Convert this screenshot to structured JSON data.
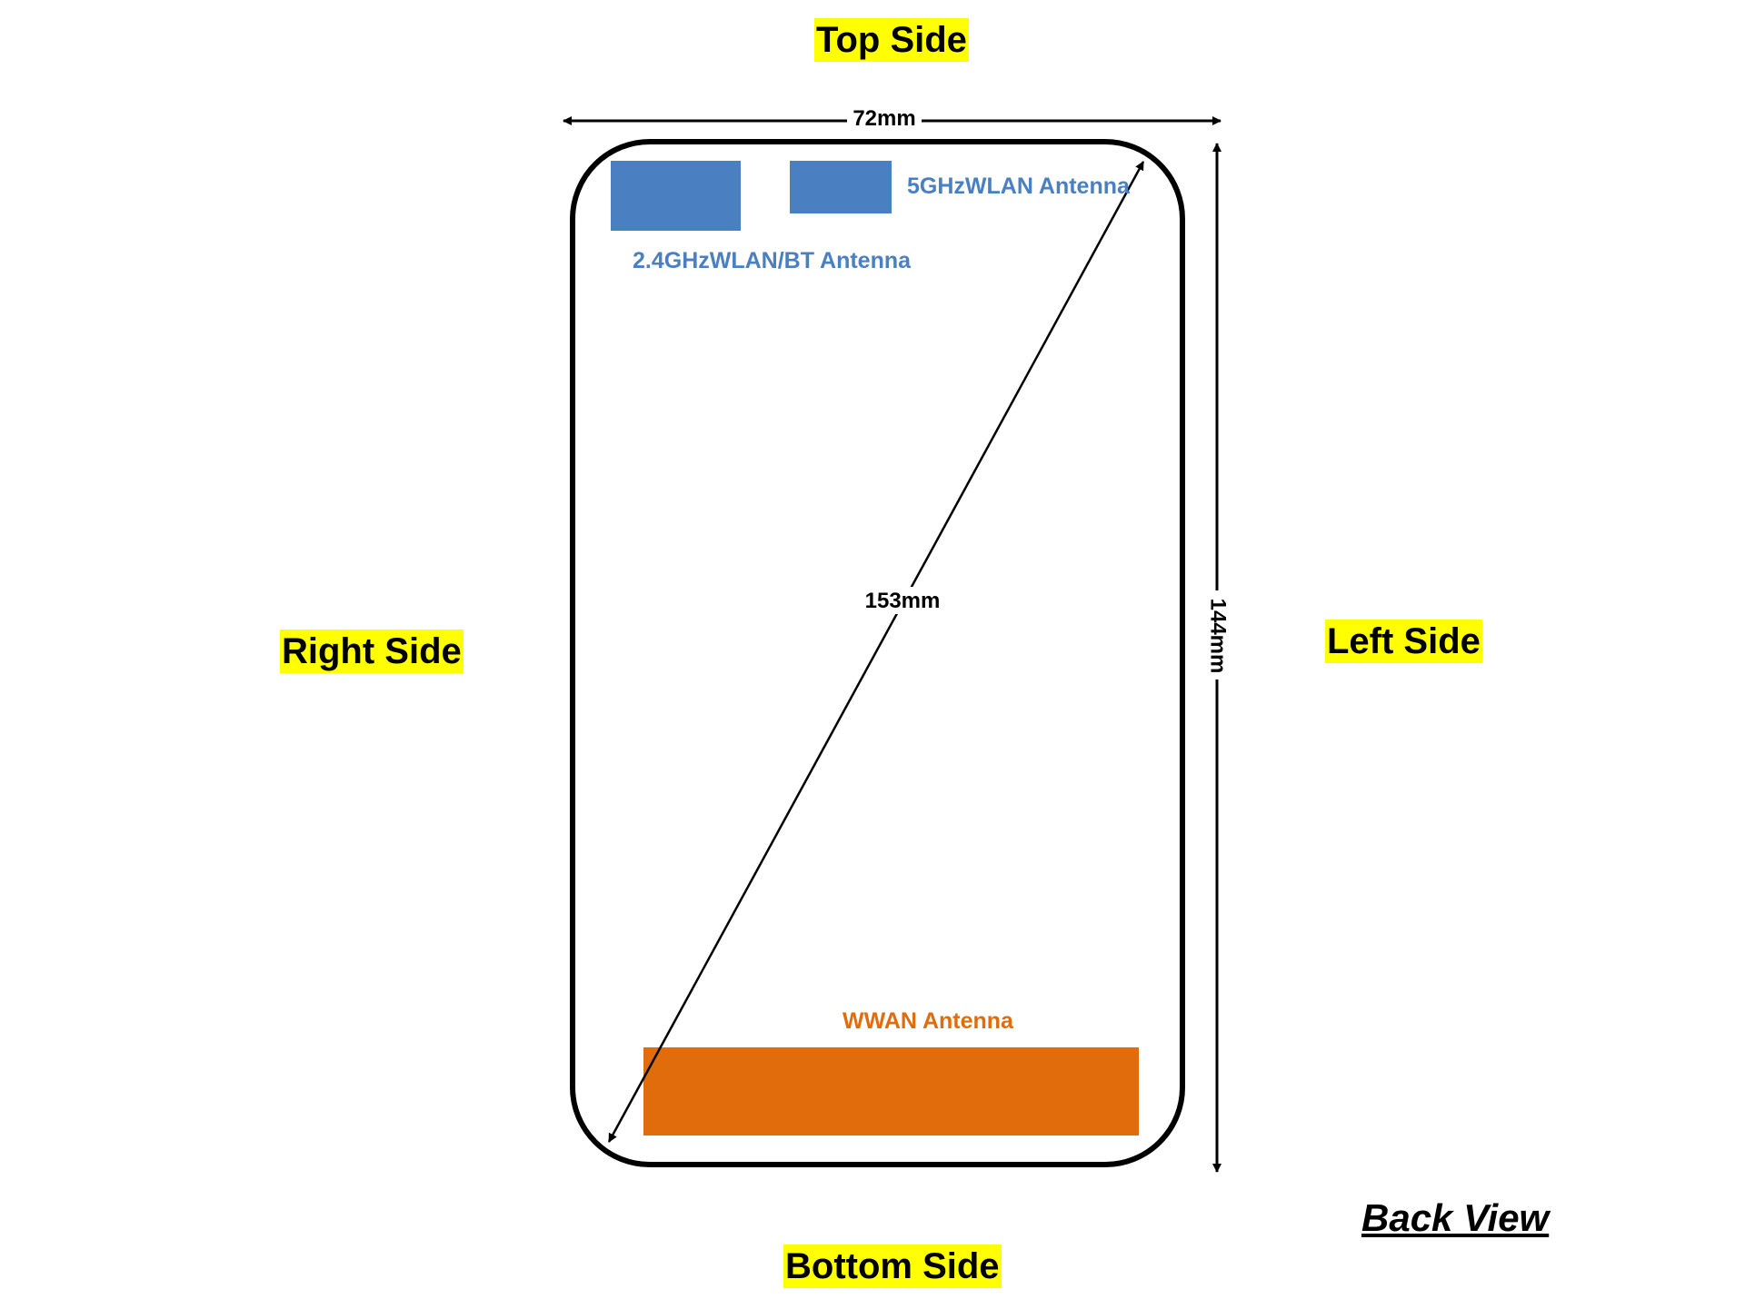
{
  "labels": {
    "top": "Top Side",
    "bottom": "Bottom Side",
    "right": "Right Side",
    "left": "Left Side",
    "view": "Back View"
  },
  "dimensions": {
    "width": "72mm",
    "height": "144mm",
    "diagonal": "153mm"
  },
  "antennas": {
    "wlan_5ghz": "5GHzWLAN Antenna",
    "wlan_24ghz_bt": "2.4GHzWLAN/BT Antenna",
    "wwan": "WWAN Antenna"
  },
  "colors": {
    "side_label_highlight": "#ffff00",
    "wlan_antenna": "#4a7fc1",
    "wwan_antenna": "#e06c0b",
    "outline": "#000000"
  }
}
